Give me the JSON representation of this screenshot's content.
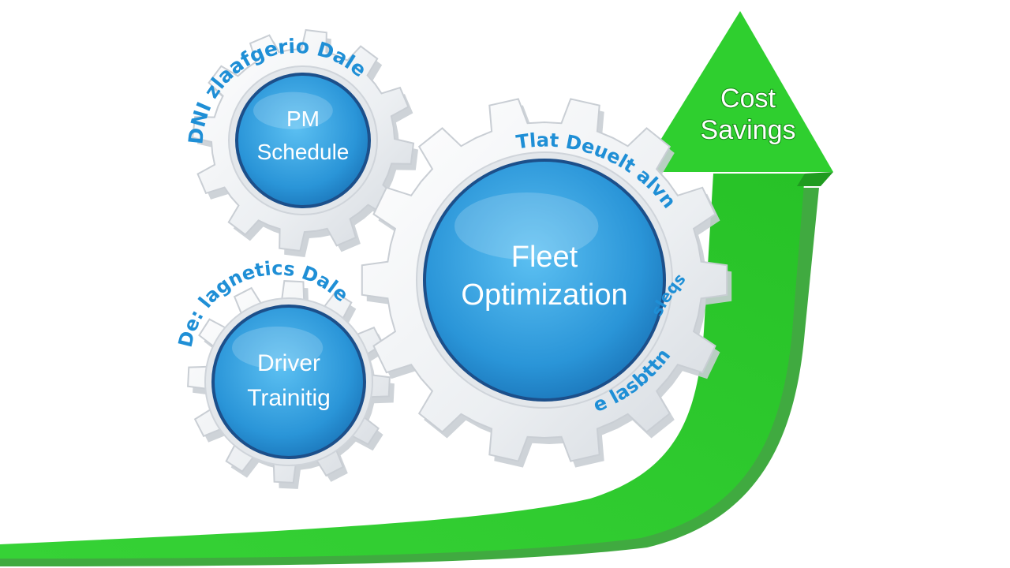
{
  "arrow": {
    "label_line1": "Cost",
    "label_line2": "Savings",
    "color": "#2ecc2e",
    "shadow_color": "#1f9b1f"
  },
  "gears": {
    "pm": {
      "label_line1": "PM",
      "label_line2": "Schedule",
      "ring_text": "DNI zlaafgerio Dale"
    },
    "driver": {
      "label_line1": "Driver",
      "label_line2": "Trainitig",
      "ring_text": "De: lagnetics Dale"
    },
    "fleet": {
      "label_line1": "Fleet",
      "label_line2": "Optimization",
      "ring_text_top": "Tlat Deuelt alvn",
      "ring_text_right": "sleqs",
      "ring_text_bottom": "Tre lasbttnie"
    }
  },
  "colors": {
    "gear_face": "#f1f3f5",
    "gear_edge": "#c9ced4",
    "hub_light": "#4fb4ec",
    "hub_dark": "#1e86c9",
    "hub_rim": "#1c4f8a",
    "ring_text": "#1f8fd6"
  }
}
